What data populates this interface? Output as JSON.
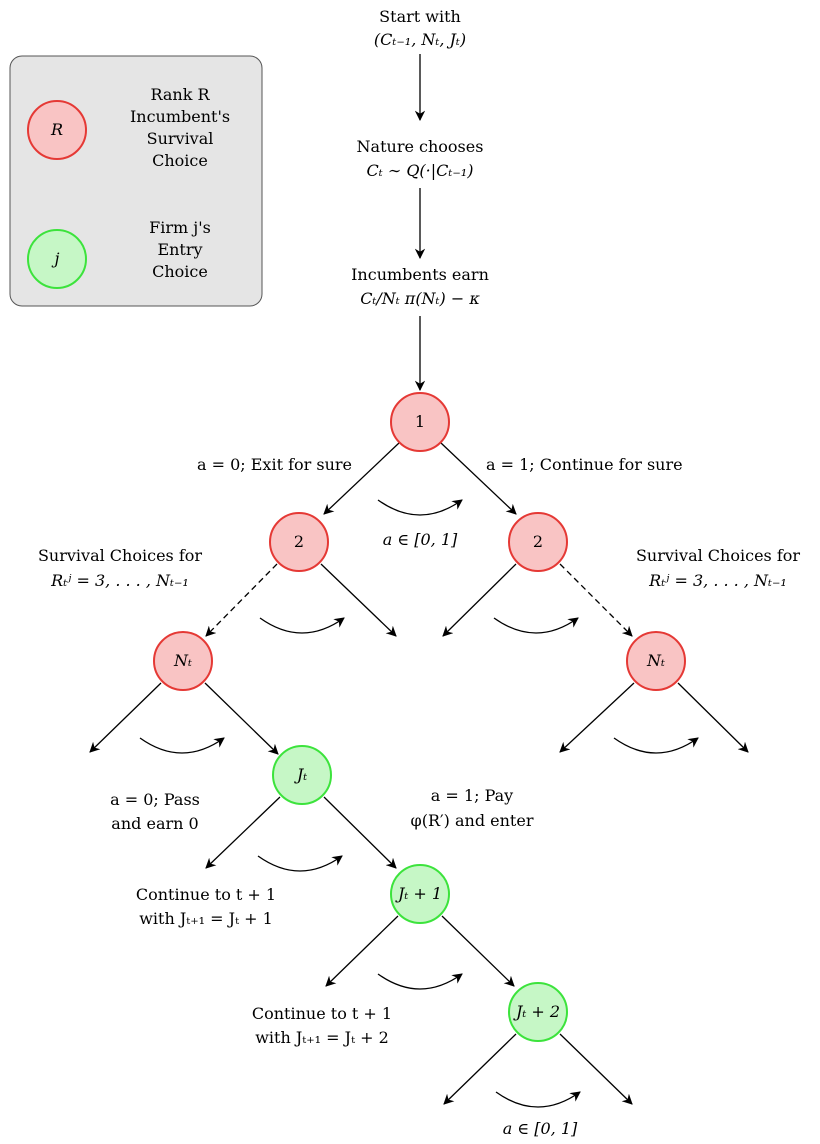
{
  "legend": {
    "red_node_symbol": "R",
    "red_text": [
      "Rank R",
      "Incumbent's",
      "Survival",
      "Choice"
    ],
    "green_node_symbol": "j",
    "green_text": [
      "Firm j's",
      "Entry",
      "Choice"
    ]
  },
  "flow": {
    "start": [
      "Start with",
      "(Cₜ₋₁, Nₜ, Jₜ)"
    ],
    "nature": [
      "Nature chooses",
      "Cₜ ∼ Q(·|Cₜ₋₁)"
    ],
    "earn": [
      "Incumbents earn",
      "Cₜ/Nₜ π(Nₜ) − κ"
    ]
  },
  "nodes": {
    "n1": "1",
    "n2_left": "2",
    "n2_right": "2",
    "nt_left": "Nₜ",
    "nt_right": "Nₜ",
    "jt": "Jₜ",
    "jt1": "Jₜ + 1",
    "jt2": "Jₜ + 2"
  },
  "labels": {
    "exit": "a = 0; Exit for sure",
    "continue": "a = 1; Continue for sure",
    "mix_top": "a ∈ [0, 1]",
    "survival_left": [
      "Survival Choices for",
      "Rₜʲ = 3, . . . , Nₜ₋₁"
    ],
    "survival_right": [
      "Survival Choices for",
      "Rₜʲ = 3, . . . , Nₜ₋₁"
    ],
    "pass": [
      "a = 0; Pass",
      "and earn 0"
    ],
    "pay": [
      "a = 1; Pay",
      "φ(R′) and enter"
    ],
    "cont1": [
      "Continue to t + 1",
      "with Jₜ₊₁ = Jₜ + 1"
    ],
    "cont2": [
      "Continue to t + 1",
      "with Jₜ₊₁ = Jₜ + 2"
    ],
    "mix_bottom": "a ∈ [0, 1]"
  }
}
